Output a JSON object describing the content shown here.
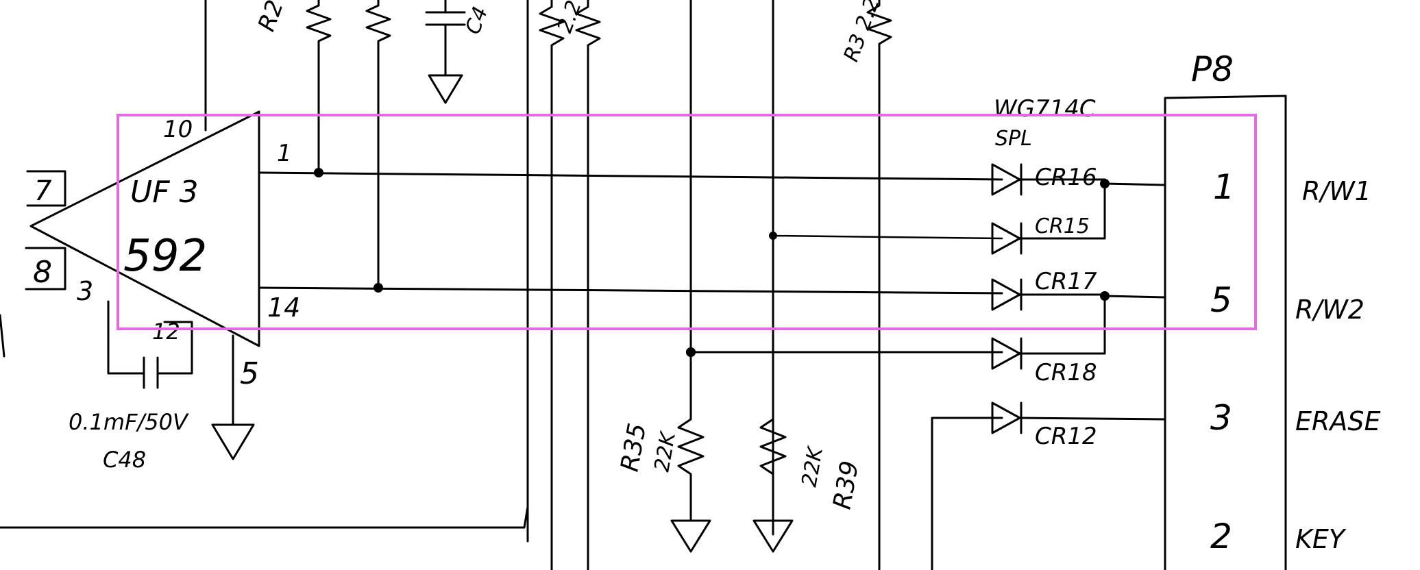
{
  "ic": {
    "ref": "UF 3",
    "part": "592",
    "pin_10": "10",
    "pin_1": "1",
    "pin_14": "14",
    "pin_12": "12",
    "pin_3": "3",
    "pin_5": "5",
    "pin_7": "7",
    "pin_8": "8"
  },
  "capacitor": {
    "value": "0.1mF/50V",
    "ref": "C48"
  },
  "top_labels": {
    "left_pair": "R2",
    "mid_pair": "2.2",
    "right_pair": "R3 2.2",
    "cap": "C4"
  },
  "diode_header": {
    "part": "WG714C",
    "note": "SPL"
  },
  "diodes": [
    "CR16",
    "CR15",
    "CR17",
    "CR18",
    "CR12"
  ],
  "resistors_bottom": [
    {
      "ref": "R35",
      "value": "22K"
    },
    {
      "ref": "R39",
      "value": "22K"
    }
  ],
  "connector": {
    "ref": "P8",
    "pins": [
      "1",
      "5",
      "3",
      "2"
    ],
    "signals": [
      "R/W1",
      "R/W2",
      "ERASE",
      "KEY"
    ]
  },
  "colors": {
    "ink": "#000000",
    "highlight": "#e26be5",
    "paper": "#ffffff"
  }
}
